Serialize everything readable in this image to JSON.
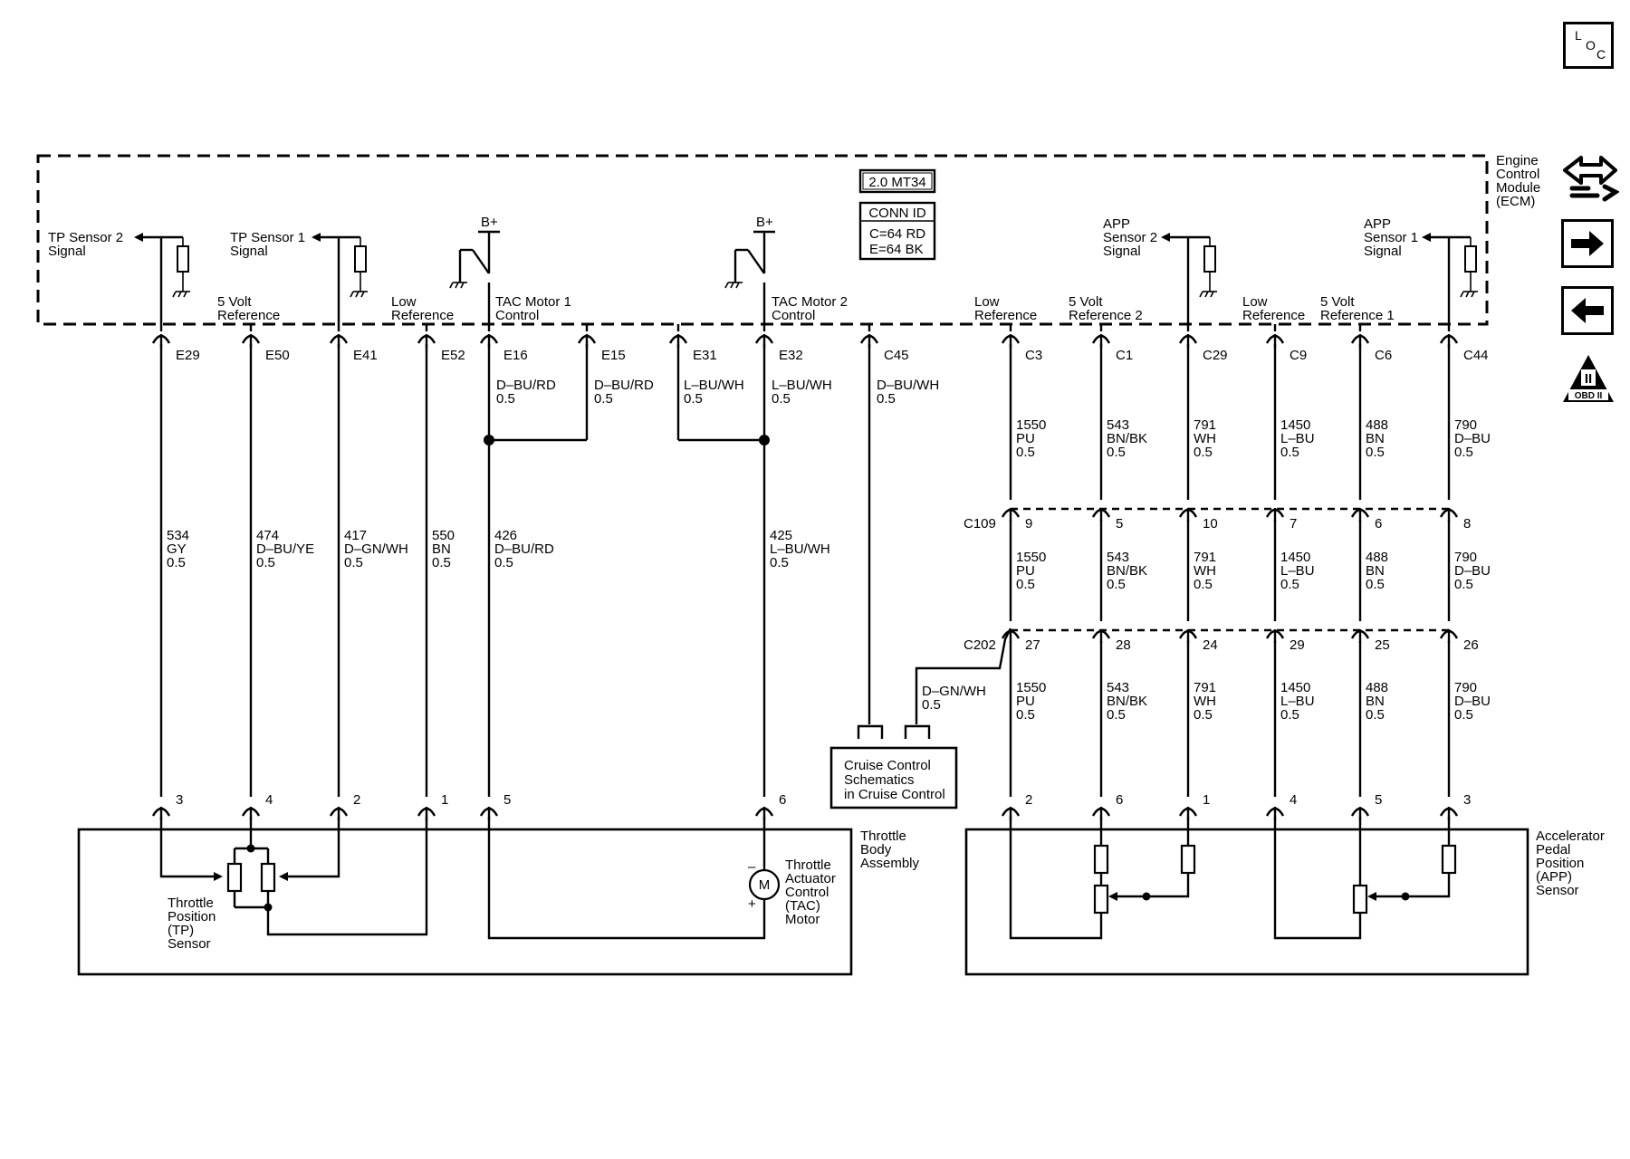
{
  "ecm": {
    "title": [
      "Engine",
      "Control",
      "Module",
      "(ECM)"
    ],
    "engine_box": "2.0 MT34",
    "conn_id": {
      "title": "CONN ID",
      "lines": [
        "C=64 RD",
        "E=64 BK"
      ]
    },
    "b_plus": "B+",
    "signals": {
      "tp2": [
        "TP Sensor 2",
        "Signal"
      ],
      "tp1": [
        "TP Sensor 1",
        "Signal"
      ],
      "ref5v": [
        "5 Volt",
        "Reference"
      ],
      "lowref_left": [
        "Low",
        "Reference"
      ],
      "tac1": [
        "TAC Motor 1",
        "Control"
      ],
      "tac2": [
        "TAC Motor 2",
        "Control"
      ],
      "lowref_c3": [
        "Low",
        "Reference"
      ],
      "ref5v2": [
        "5 Volt",
        "Reference 2"
      ],
      "app2": [
        "APP",
        "Sensor 2",
        "Signal"
      ],
      "lowref_c9": [
        "Low",
        "Reference"
      ],
      "ref5v1": [
        "5 Volt",
        "Reference 1"
      ],
      "app1": [
        "APP",
        "Sensor 1",
        "Signal"
      ]
    }
  },
  "ecm_pins": [
    "E29",
    "E50",
    "E41",
    "E52",
    "E16",
    "E15",
    "E31",
    "E32",
    "C45",
    "C3",
    "C1",
    "C29",
    "C9",
    "C6",
    "C44"
  ],
  "wire_labels": {
    "e16": [
      "D–BU/RD",
      "0.5"
    ],
    "e15": [
      "D–BU/RD",
      "0.5"
    ],
    "e31": [
      "L–BU/WH",
      "0.5"
    ],
    "e32": [
      "L–BU/WH",
      "0.5"
    ],
    "c45": [
      "D–BU/WH",
      "0.5"
    ],
    "tp": [
      [
        "534",
        "GY",
        "0.5"
      ],
      [
        "474",
        "D–BU/YE",
        "0.5"
      ],
      [
        "417",
        "D–GN/WH",
        "0.5"
      ],
      [
        "550",
        "BN",
        "0.5"
      ],
      [
        "426",
        "D–BU/RD",
        "0.5"
      ],
      [
        "425",
        "L–BU/WH",
        "0.5"
      ]
    ],
    "app": [
      [
        "1550",
        "PU",
        "0.5"
      ],
      [
        "543",
        "BN/BK",
        "0.5"
      ],
      [
        "791",
        "WH",
        "0.5"
      ],
      [
        "1450",
        "L–BU",
        "0.5"
      ],
      [
        "488",
        "BN",
        "0.5"
      ],
      [
        "790",
        "D–BU",
        "0.5"
      ]
    ],
    "c202_branch": [
      "D–GN/WH",
      "0.5"
    ]
  },
  "c109": {
    "name": "C109",
    "pins": [
      "9",
      "5",
      "10",
      "7",
      "6",
      "8"
    ]
  },
  "c202": {
    "name": "C202",
    "pins": [
      "27",
      "28",
      "24",
      "29",
      "25",
      "26"
    ]
  },
  "throttle_body": {
    "title": [
      "Throttle",
      "Body",
      "Assembly"
    ],
    "pins": [
      "3",
      "4",
      "2",
      "1",
      "5",
      "6"
    ],
    "tp_sensor": [
      "Throttle",
      "Position",
      "(TP)",
      "Sensor"
    ],
    "tac_motor": [
      "Throttle",
      "Actuator",
      "Control",
      "(TAC)",
      "Motor"
    ],
    "motor_symbol": "M",
    "minus": "–",
    "plus": "+"
  },
  "cruise": {
    "lines": [
      "Cruise Control",
      "Schematics",
      "in Cruise Control"
    ]
  },
  "app_sensor": {
    "title": [
      "Accelerator",
      "Pedal",
      "Position",
      "(APP)",
      "Sensor"
    ],
    "pins": [
      "2",
      "6",
      "1",
      "4",
      "5",
      "3"
    ]
  },
  "nav": {
    "loc": {
      "chars": [
        "L",
        "O",
        "C"
      ],
      "icon": "location-icon"
    },
    "return_icon": "return-arrow-icon",
    "next_icon": "right-arrow-icon",
    "prev_icon": "left-arrow-icon",
    "obd": {
      "badge": "II",
      "label": "OBD II",
      "icon": "obd-ii-icon"
    }
  }
}
